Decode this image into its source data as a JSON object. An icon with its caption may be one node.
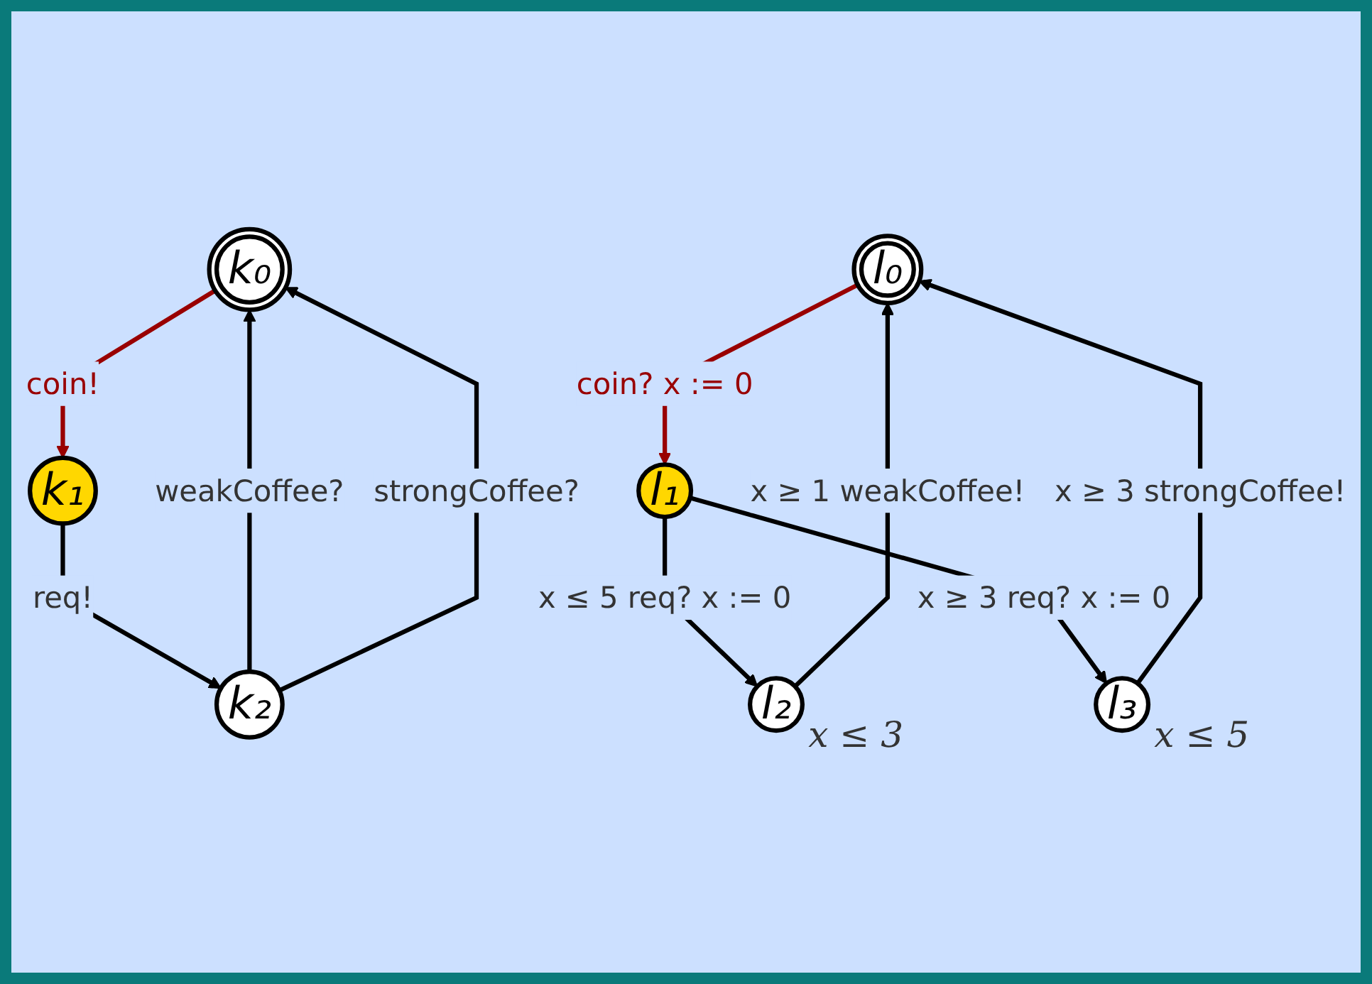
{
  "diagram": {
    "nodes": [
      {
        "text": [
          "k₀"
        ]
      },
      {
        "text": [
          "k₁"
        ]
      },
      {
        "text": [
          "k₂"
        ]
      },
      {
        "text": [
          "l₀"
        ]
      },
      {
        "text": [
          "l₁"
        ]
      },
      {
        "text": [
          "l₂"
        ],
        "beside": [
          "x ≤ 3"
        ]
      },
      {
        "text": [
          "l₃"
        ],
        "beside": [
          "x ≤ 5"
        ]
      }
    ],
    "edges": [
      {
        "from": 0,
        "to": 1,
        "arrow": "to",
        "label": "coin!",
        "color": "#990000"
      },
      {
        "from": 1,
        "to": 2,
        "arrow": "to",
        "label": "req!"
      },
      {
        "from": 2,
        "to": 0,
        "arrow": "to",
        "label": "weakCoffee?"
      },
      {
        "from": 2,
        "to": 0,
        "arrow": "to",
        "label": "strongCoffee?"
      },
      {
        "from": 3,
        "to": 4,
        "arrow": "to",
        "label": "coin? x := 0",
        "color": "#990000"
      },
      {
        "from": 4,
        "to": 5,
        "arrow": "to",
        "label": "x ≤ 5 req? x := 0"
      },
      {
        "from": 4,
        "to": 6,
        "arrow": "to",
        "label": "x ≥ 3 req? x := 0"
      },
      {
        "from": 5,
        "to": 3,
        "arrow": "to",
        "label": "x ≥ 1 weakCoffee!"
      },
      {
        "from": 6,
        "to": 3,
        "arrow": "to",
        "label": "x ≥ 3 strongCoffee!"
      }
    ]
  }
}
